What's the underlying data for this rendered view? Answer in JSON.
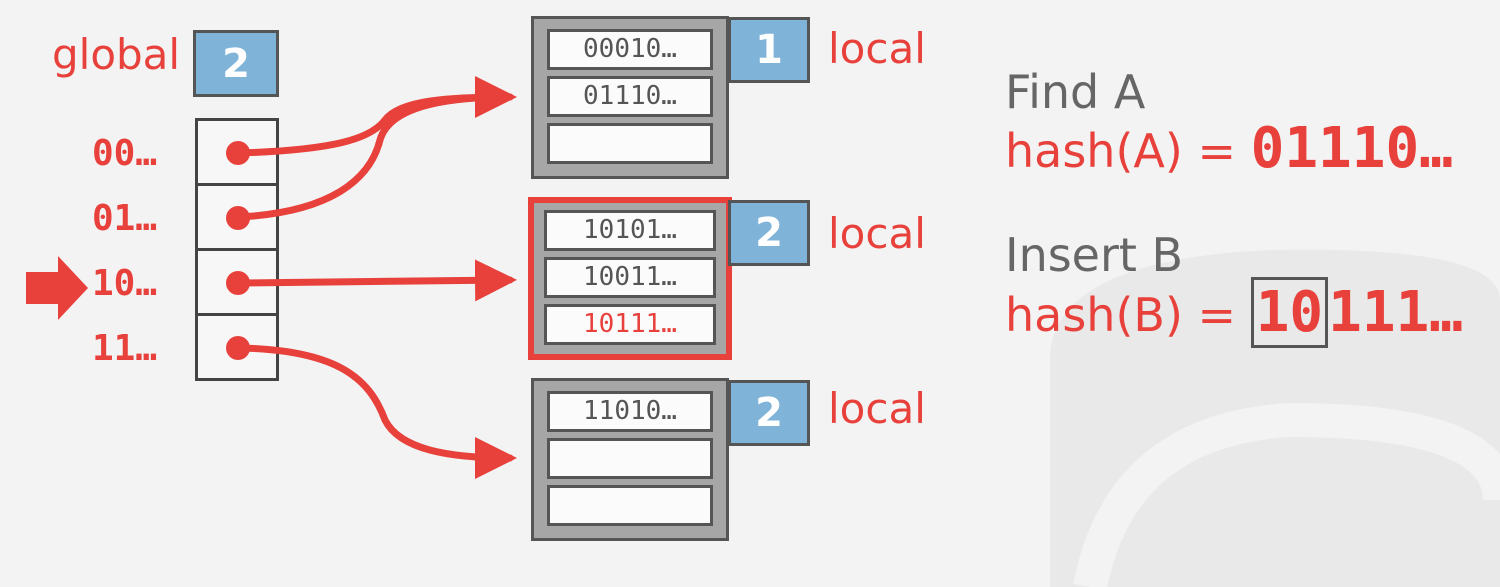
{
  "global": {
    "label": "global",
    "depth": "2"
  },
  "directory": {
    "slots": [
      {
        "key": "00…"
      },
      {
        "key": "01…"
      },
      {
        "key": "10…"
      },
      {
        "key": "11…"
      }
    ]
  },
  "buckets": [
    {
      "local_depth": "1",
      "label": "local",
      "slots": [
        "00010…",
        "01110…",
        ""
      ]
    },
    {
      "local_depth": "2",
      "label": "local",
      "slots": [
        "10101…",
        "10011…",
        "10111…"
      ]
    },
    {
      "local_depth": "2",
      "label": "local",
      "slots": [
        "11010…",
        "",
        ""
      ]
    }
  ],
  "find": {
    "title": "Find A",
    "hash_prefix": "hash(A) = ",
    "hash_value": "01110…"
  },
  "insert": {
    "title": "Insert B",
    "hash_prefix": "hash(B) = ",
    "hash_boxed": "10",
    "hash_rest": "111…"
  },
  "colors": {
    "accent": "#e8413c",
    "depth_box": "#7fb3d8",
    "bucket": "#a6a6a6",
    "outline": "#555555"
  }
}
